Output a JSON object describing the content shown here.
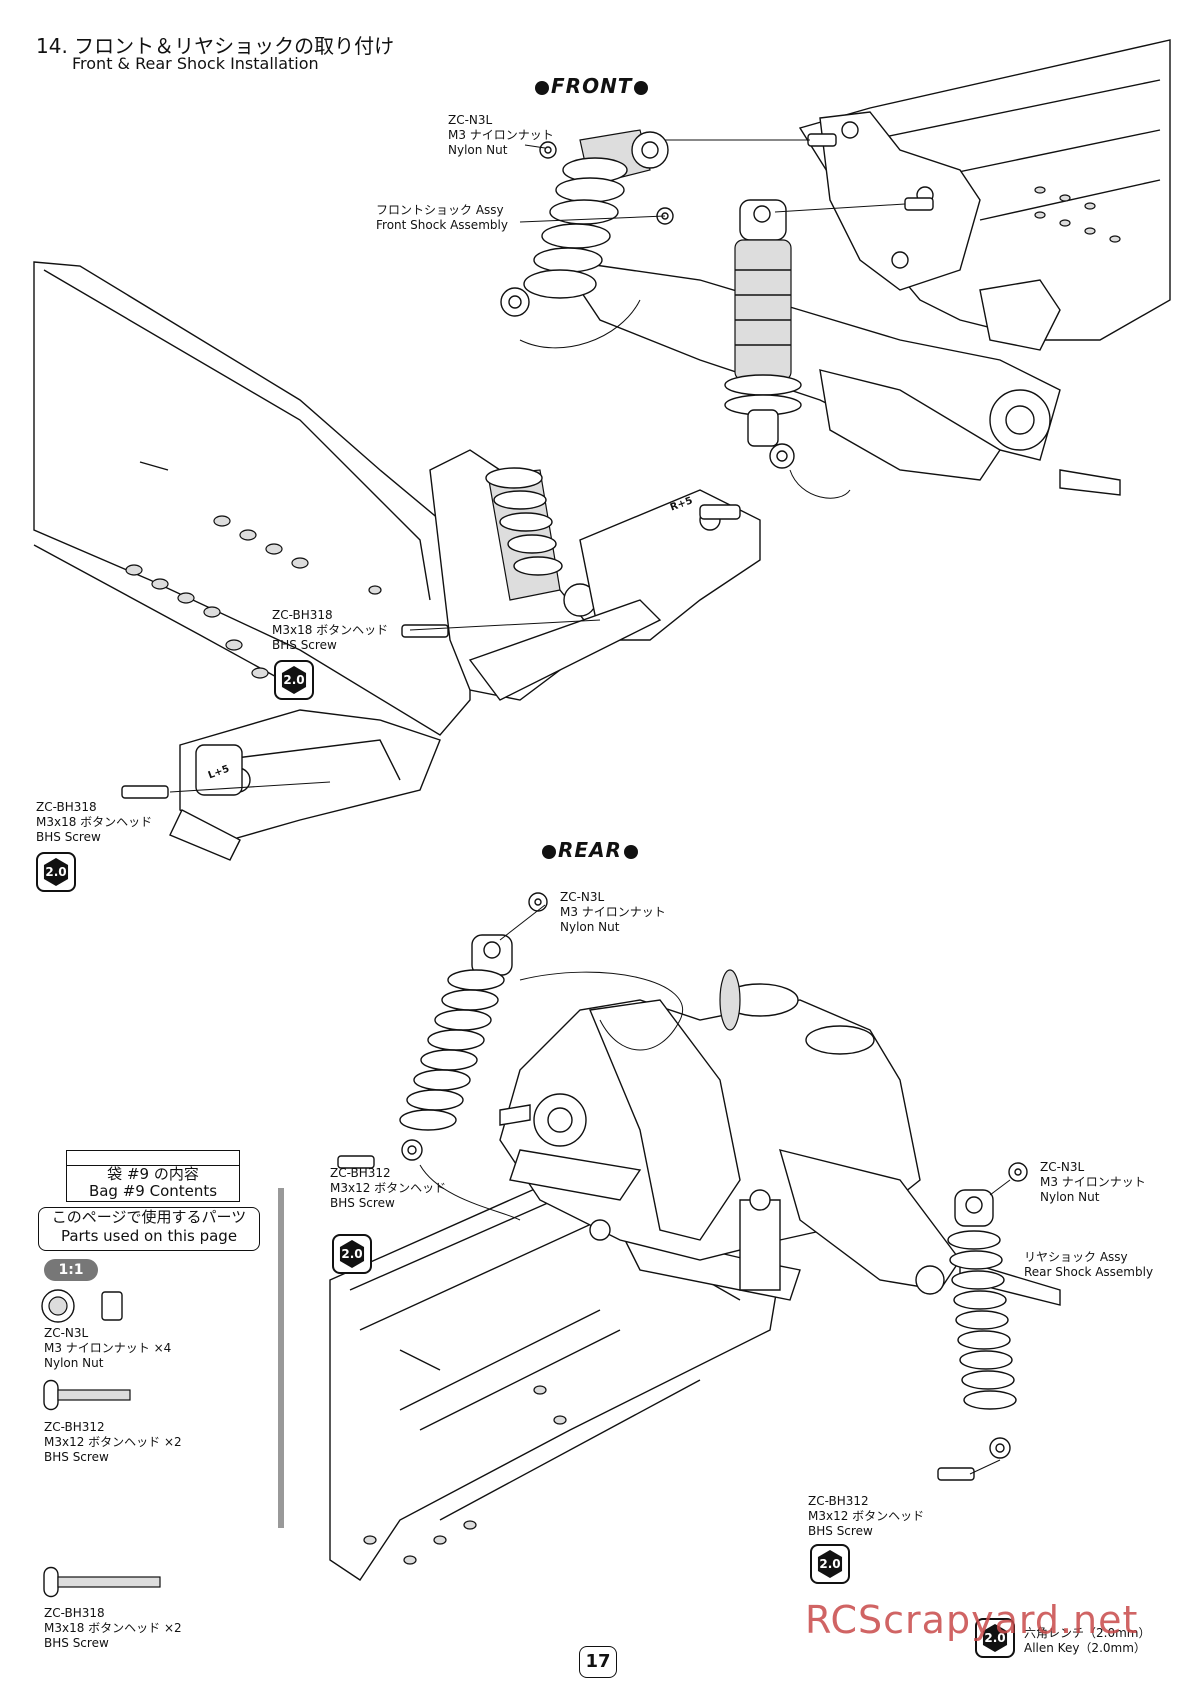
{
  "step": {
    "title_jp": "14. フロント＆リヤショックの取り付け",
    "title_en": "Front & Rear Shock  Installation"
  },
  "sections": {
    "front": "FRONT",
    "rear": "REAR"
  },
  "front_callouts": {
    "nut": {
      "code": "ZC-N3L",
      "jp": "M3 ナイロンナット",
      "en": "Nylon Nut"
    },
    "shock": {
      "jp": "フロントショック Assy",
      "en": "Front Shock Assembly"
    },
    "screw_upper": {
      "code": "ZC-BH318",
      "jp": "M3x18 ボタンヘッド",
      "en": "BHS Screw",
      "tool": "2.0"
    },
    "screw_lower": {
      "code": "ZC-BH318",
      "jp": "M3x18 ボタンヘッド",
      "en": "BHS Screw",
      "tool": "2.0"
    },
    "arm_mark_r": "R+5",
    "arm_mark_l": "L+5"
  },
  "rear_callouts": {
    "nut_left": {
      "code": "ZC-N3L",
      "jp": "M3 ナイロンナット",
      "en": "Nylon Nut"
    },
    "screw_left": {
      "code": "ZC-BH312",
      "jp": "M3x12 ボタンヘッド",
      "en": "BHS Screw",
      "tool": "2.0"
    },
    "nut_right": {
      "code": "ZC-N3L",
      "jp": "M3 ナイロンナット",
      "en": "Nylon Nut"
    },
    "shock": {
      "jp": "リヤショック Assy",
      "en": "Rear Shock Assembly"
    },
    "screw_right": {
      "code": "ZC-BH312",
      "jp": "M3x12 ボタンヘッド",
      "en": "BHS Screw",
      "tool": "2.0"
    }
  },
  "bag": {
    "jp": "袋 #9 の内容",
    "en": "Bag #9 Contents"
  },
  "parts_used": {
    "jp": "このページで使用するパーツ",
    "en": "Parts used on this page",
    "scale": "1:1"
  },
  "parts_list": [
    {
      "code": "ZC-N3L",
      "jp": "M3 ナイロンナット ×4",
      "en": "Nylon Nut"
    },
    {
      "code": "ZC-BH312",
      "jp": "M3x12 ボタンヘッド ×2",
      "en": "BHS Screw"
    },
    {
      "code": "ZC-BH318",
      "jp": "M3x18 ボタンヘッド ×2",
      "en": "BHS Screw"
    }
  ],
  "tool": {
    "badge": "2.0",
    "jp": "六角レンチ（2.0mm）",
    "en": "Allen Key（2.0mm）"
  },
  "page_number": "17",
  "watermark": "RCScrapyard.net"
}
